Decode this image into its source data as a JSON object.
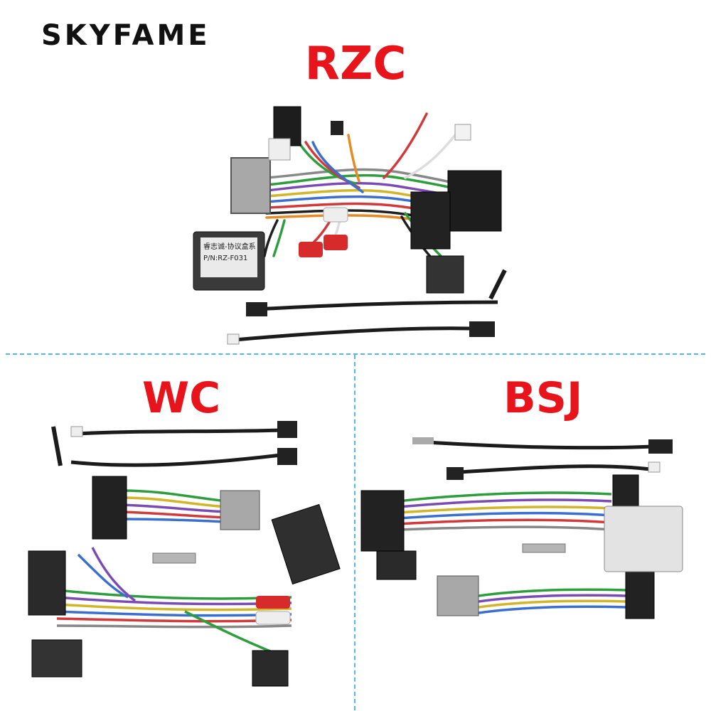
{
  "brand": {
    "logo": "SKYFAME"
  },
  "sections": {
    "top": {
      "label": "RZC",
      "module_line1": "睿志诚-协议盒系",
      "module_line2": "P/N:RZ-F031"
    },
    "left": {
      "label": "WC"
    },
    "right": {
      "label": "BSJ"
    }
  },
  "colors": {
    "label_red": "#e8141b",
    "divider_blue": "#55b7e8",
    "logo_black": "#111111"
  }
}
